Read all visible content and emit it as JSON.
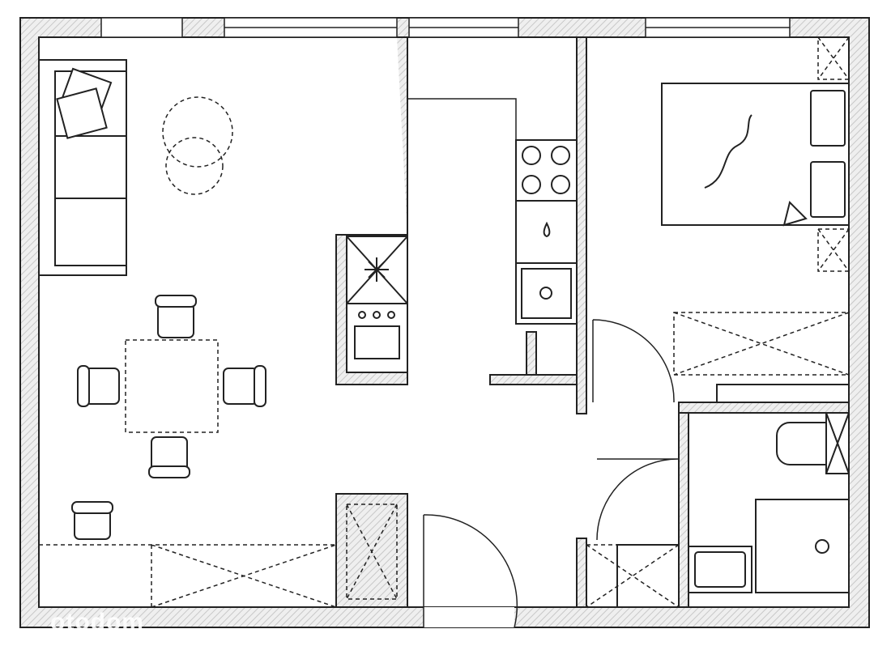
{
  "plan": {
    "type": "apartment floor plan",
    "rooms": [
      "living-dining",
      "kitchenette",
      "bedroom",
      "bathroom",
      "hallway"
    ]
  },
  "watermark": "otodom",
  "colors": {
    "wall_fill": "#d9d9d9",
    "line": "#111111"
  }
}
